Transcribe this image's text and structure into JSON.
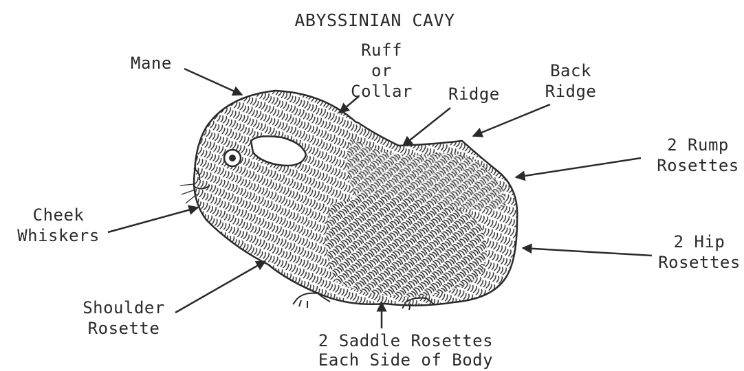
{
  "title": "ABYSSINIAN CAVY",
  "labels": {
    "mane": "Mane",
    "ruff": "Ruff\nor\nCollar",
    "ridge": "Ridge",
    "back_ridge": "Back\nRidge",
    "rump_rosettes": "2 Rump\nRosettes",
    "cheek_whiskers": "Cheek\nWhiskers",
    "hip_rosettes": "2 Hip\nRosettes",
    "shoulder_rosette": "Shoulder\nRosette",
    "saddle_rosettes": "2 Saddle Rosettes\nEach Side of Body"
  },
  "colors": {
    "ink": "#2a2a2a",
    "paper": "#ffffff"
  }
}
